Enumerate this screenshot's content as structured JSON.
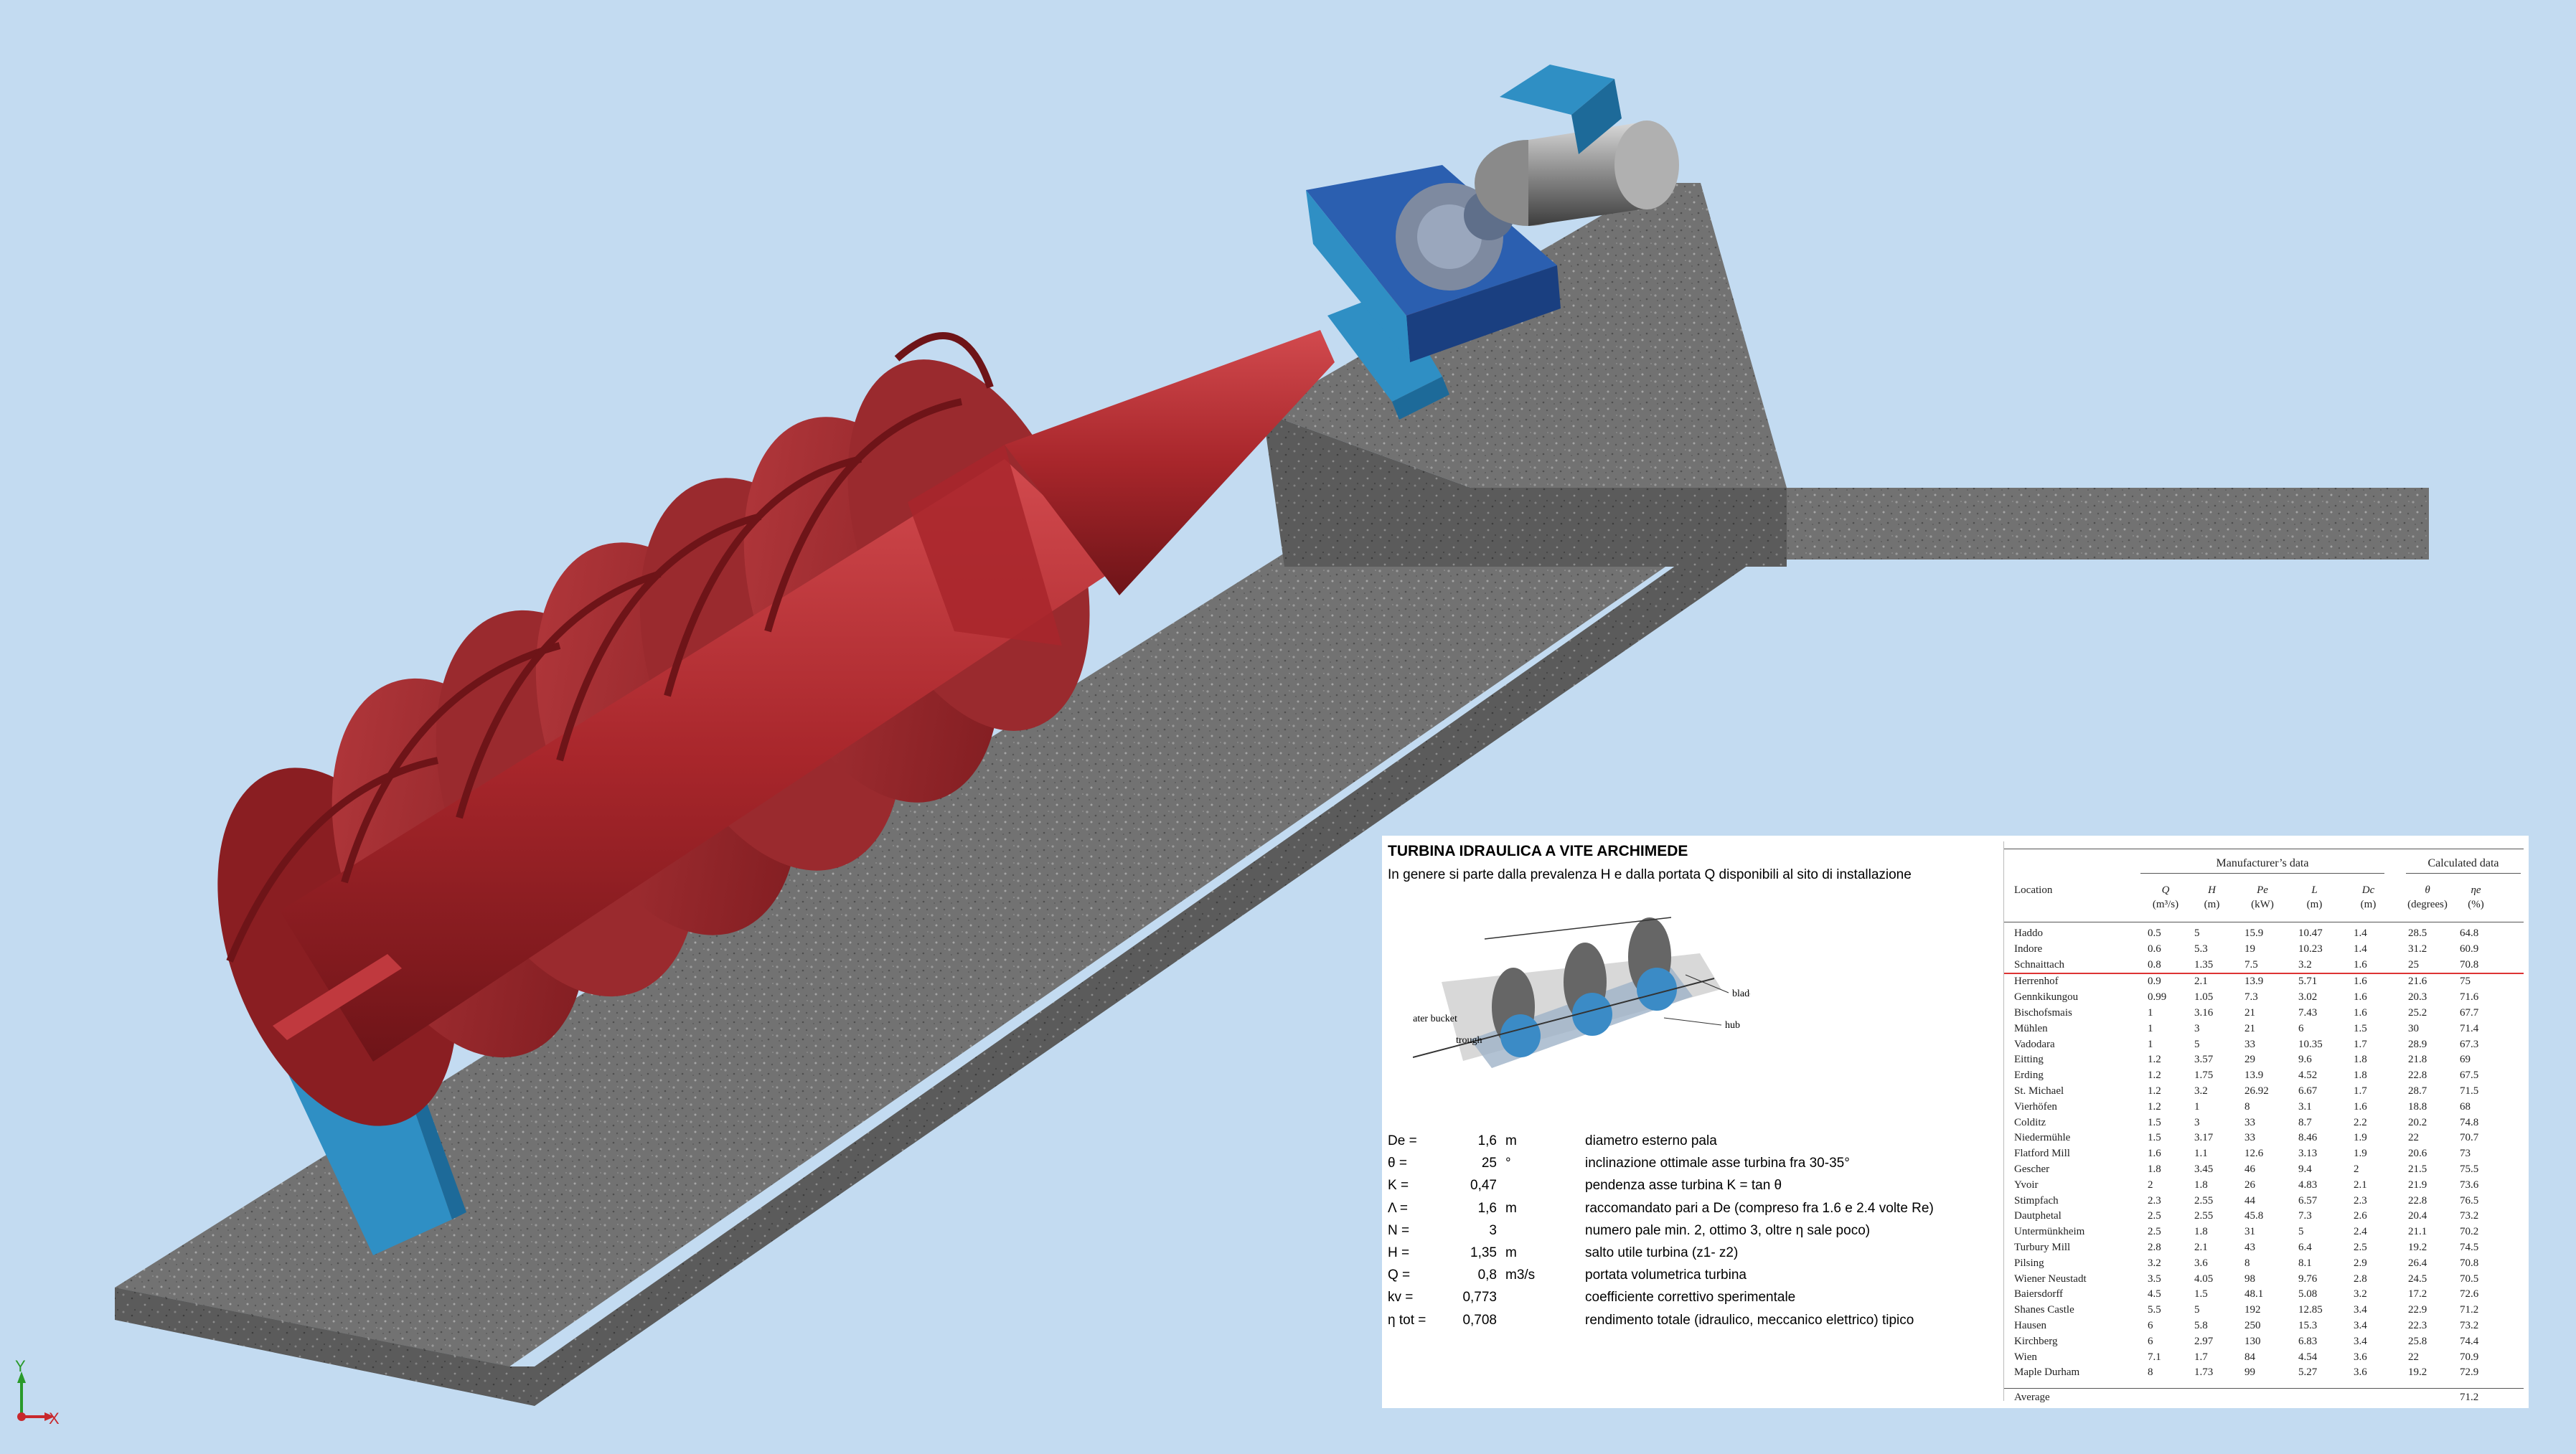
{
  "axis_indicator": {
    "y_label": "Y",
    "x_label": "X"
  },
  "colors": {
    "background": "#c3dbf1",
    "screw": "#a8262b",
    "support": "#2f8fc4",
    "concrete": "#6f6f6f",
    "gearbox": "#2b5fb0"
  },
  "panel": {
    "title": "TURBINA IDRAULICA A VITE ARCHIMEDE",
    "subtitle": "In genere si parte dalla prevalenza H e dalla portata Q disponibili al sito di installazione",
    "diagram_labels": {
      "blade": "blade",
      "hub": "hub",
      "water_bucket": "water bucket",
      "trough": "trough"
    },
    "params": [
      {
        "name": "De =",
        "value": "1,6",
        "unit": "m",
        "desc": "diametro esterno pala"
      },
      {
        "name": "θ =",
        "value": "25",
        "unit": "°",
        "desc": "inclinazione ottimale asse turbina fra 30-35°"
      },
      {
        "name": "K =",
        "value": "0,47",
        "unit": "",
        "desc": "pendenza asse turbina  K = tan θ"
      },
      {
        "name": "Λ =",
        "value": "1,6",
        "unit": "m",
        "desc": "raccomandato pari a De  (compreso fra 1.6 e 2.4 volte Re)"
      },
      {
        "name": "N =",
        "value": "3",
        "unit": "",
        "desc": "numero pale min. 2, ottimo 3, oltre η sale poco)"
      },
      {
        "name": "H =",
        "value": "1,35",
        "unit": "m",
        "desc": "salto utile turbina (z1- z2)"
      },
      {
        "name": "Q =",
        "value": "0,8",
        "unit": "m3/s",
        "desc": "portata volumetrica turbina"
      },
      {
        "name": "kv =",
        "value": "0,773",
        "unit": "",
        "desc": "coefficiente correttivo sperimentale"
      },
      {
        "name": "η tot =",
        "value": "0,708",
        "unit": "",
        "desc": "rendimento totale (idraulico, meccanico elettrico) tipico"
      }
    ]
  },
  "table": {
    "group1": "Manufacturer’s data",
    "group2": "Calculated data",
    "headers": [
      "Location",
      "Q",
      "H",
      "Pe",
      "L",
      "Dc",
      "θ",
      "ηe"
    ],
    "units": [
      "",
      "(m³/s)",
      "(m)",
      "(kW)",
      "(m)",
      "(m)",
      "(degrees)",
      "(%)"
    ],
    "rows": [
      [
        "Haddo",
        "0.5",
        "5",
        "15.9",
        "10.47",
        "1.4",
        "28.5",
        "64.8"
      ],
      [
        "Indore",
        "0.6",
        "5.3",
        "19",
        "10.23",
        "1.4",
        "31.2",
        "60.9"
      ],
      [
        "Schnaittach",
        "0.8",
        "1.35",
        "7.5",
        "3.2",
        "1.6",
        "25",
        "70.8"
      ],
      [
        "Herrenhof",
        "0.9",
        "2.1",
        "13.9",
        "5.71",
        "1.6",
        "21.6",
        "75"
      ],
      [
        "Gennkikungou",
        "0.99",
        "1.05",
        "7.3",
        "3.02",
        "1.6",
        "20.3",
        "71.6"
      ],
      [
        "Bischofsmais",
        "1",
        "3.16",
        "21",
        "7.43",
        "1.6",
        "25.2",
        "67.7"
      ],
      [
        "Mühlen",
        "1",
        "3",
        "21",
        "6",
        "1.5",
        "30",
        "71.4"
      ],
      [
        "Vadodara",
        "1",
        "5",
        "33",
        "10.35",
        "1.7",
        "28.9",
        "67.3"
      ],
      [
        "Eitting",
        "1.2",
        "3.57",
        "29",
        "9.6",
        "1.8",
        "21.8",
        "69"
      ],
      [
        "Erding",
        "1.2",
        "1.75",
        "13.9",
        "4.52",
        "1.8",
        "22.8",
        "67.5"
      ],
      [
        "St. Michael",
        "1.2",
        "3.2",
        "26.92",
        "6.67",
        "1.7",
        "28.7",
        "71.5"
      ],
      [
        "Vierhöfen",
        "1.2",
        "1",
        "8",
        "3.1",
        "1.6",
        "18.8",
        "68"
      ],
      [
        "Colditz",
        "1.5",
        "3",
        "33",
        "8.7",
        "2.2",
        "20.2",
        "74.8"
      ],
      [
        "Niedermühle",
        "1.5",
        "3.17",
        "33",
        "8.46",
        "1.9",
        "22",
        "70.7"
      ],
      [
        "Flatford Mill",
        "1.6",
        "1.1",
        "12.6",
        "3.13",
        "1.9",
        "20.6",
        "73"
      ],
      [
        "Gescher",
        "1.8",
        "3.45",
        "46",
        "9.4",
        "2",
        "21.5",
        "75.5"
      ],
      [
        "Yvoir",
        "2",
        "1.8",
        "26",
        "4.83",
        "2.1",
        "21.9",
        "73.6"
      ],
      [
        "Stimpfach",
        "2.3",
        "2.55",
        "44",
        "6.57",
        "2.3",
        "22.8",
        "76.5"
      ],
      [
        "Dautphetal",
        "2.5",
        "2.55",
        "45.8",
        "7.3",
        "2.6",
        "20.4",
        "73.2"
      ],
      [
        "Untermünkheim",
        "2.5",
        "1.8",
        "31",
        "5",
        "2.4",
        "21.1",
        "70.2"
      ],
      [
        "Turbury Mill",
        "2.8",
        "2.1",
        "43",
        "6.4",
        "2.5",
        "19.2",
        "74.5"
      ],
      [
        "Pilsing",
        "3.2",
        "3.6",
        "8",
        "8.1",
        "2.9",
        "26.4",
        "70.8"
      ],
      [
        "Wiener Neustadt",
        "3.5",
        "4.05",
        "98",
        "9.76",
        "2.8",
        "24.5",
        "70.5"
      ],
      [
        "Baiersdorff",
        "4.5",
        "1.5",
        "48.1",
        "5.08",
        "3.2",
        "17.2",
        "72.6"
      ],
      [
        "Shanes Castle",
        "5.5",
        "5",
        "192",
        "12.85",
        "3.4",
        "22.9",
        "71.2"
      ],
      [
        "Hausen",
        "6",
        "5.8",
        "250",
        "15.3",
        "3.4",
        "22.3",
        "73.2"
      ],
      [
        "Kirchberg",
        "6",
        "2.97",
        "130",
        "6.83",
        "3.4",
        "25.8",
        "74.4"
      ],
      [
        "Wien",
        "7.1",
        "1.7",
        "84",
        "4.54",
        "3.6",
        "22",
        "70.9"
      ],
      [
        "Maple Durham",
        "8",
        "1.73",
        "99",
        "5.27",
        "3.6",
        "19.2",
        "72.9"
      ]
    ],
    "average_label": "Average",
    "average_value": "71.2"
  }
}
